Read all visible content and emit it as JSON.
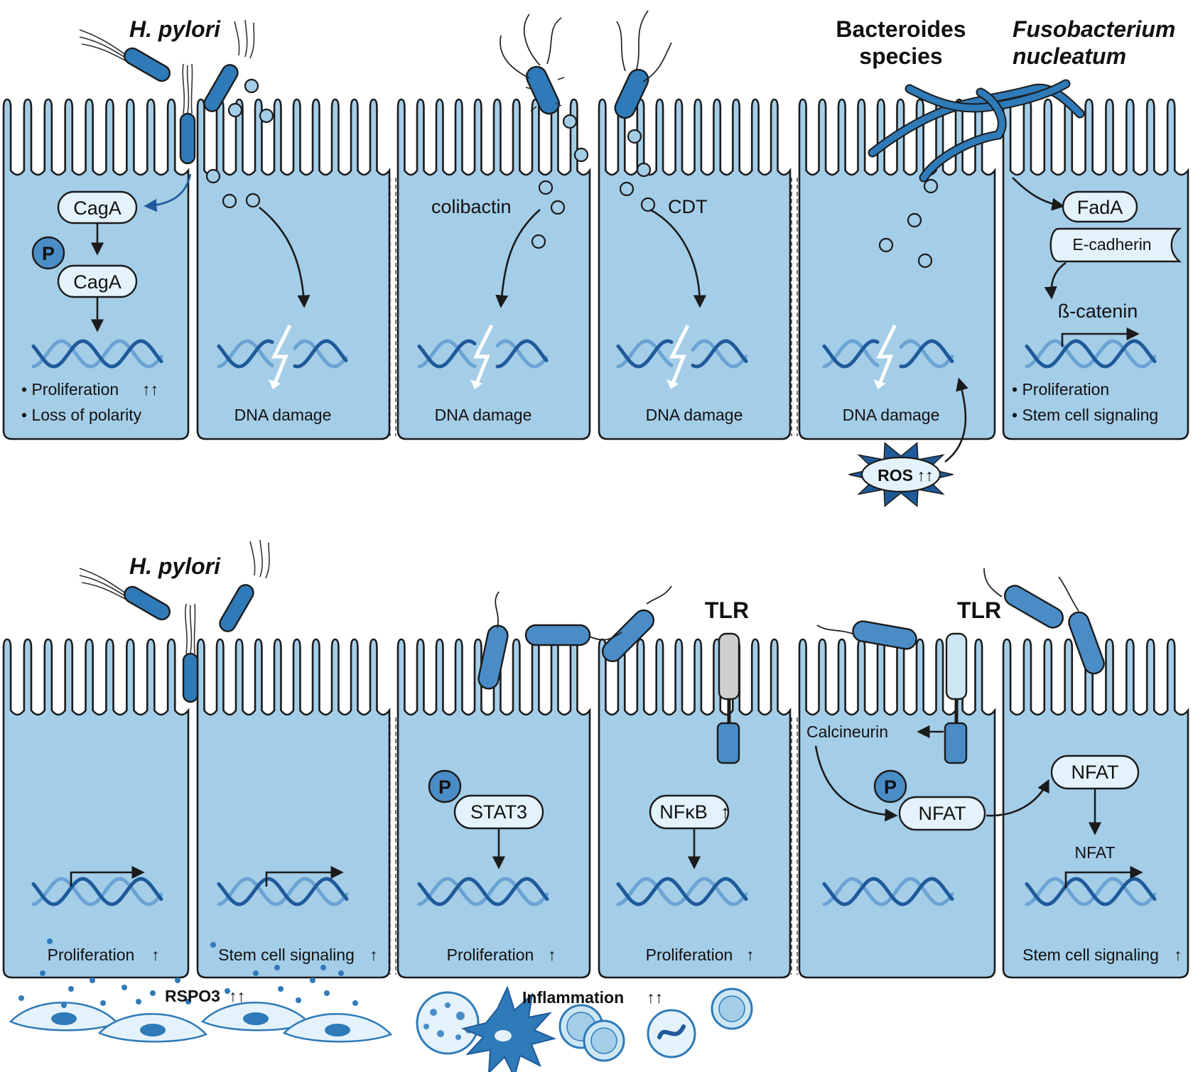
{
  "top": {
    "hpylori": "H. pylori",
    "bacteroides": [
      "Bacteroides",
      "species"
    ],
    "fusobacterium": [
      "Fusobacterium",
      "nucleatum"
    ],
    "cagA": "CagA",
    "cagA_p": "CagA",
    "p": "P",
    "outcome1": "• Proliferation",
    "outcome2": "• Loss of polarity",
    "dna_damage": "DNA damage",
    "colibactin": "colibactin",
    "cdt": "CDT",
    "ros": "ROS",
    "fadA": "FadA",
    "ecadherin": "E-cadherin",
    "bcatenin": "ß-catenin",
    "fuso_out1": "• Proliferation",
    "fuso_out2": "• Stem cell signaling"
  },
  "bottom": {
    "hpylori": "H. pylori",
    "prolif": "Proliferation",
    "stem": "Stem cell signaling",
    "rspo3": "RSPO3",
    "stat3": "STAT3",
    "p": "P",
    "nfkb": "NFκB",
    "tlr": "TLR",
    "inflammation": "Inflammation",
    "calcineurin": "Calcineurin",
    "nfat": "NFAT"
  },
  "colors": {
    "cell_fill": "#a4cde8",
    "bacteria": "#2f7ab8",
    "dna_dark": "#1f5a9a",
    "dna_light": "#6aa3d3",
    "pill": "#e4f2fb",
    "tlr_gray": "#cfcfcf",
    "tlr_light": "#cde6f3"
  }
}
